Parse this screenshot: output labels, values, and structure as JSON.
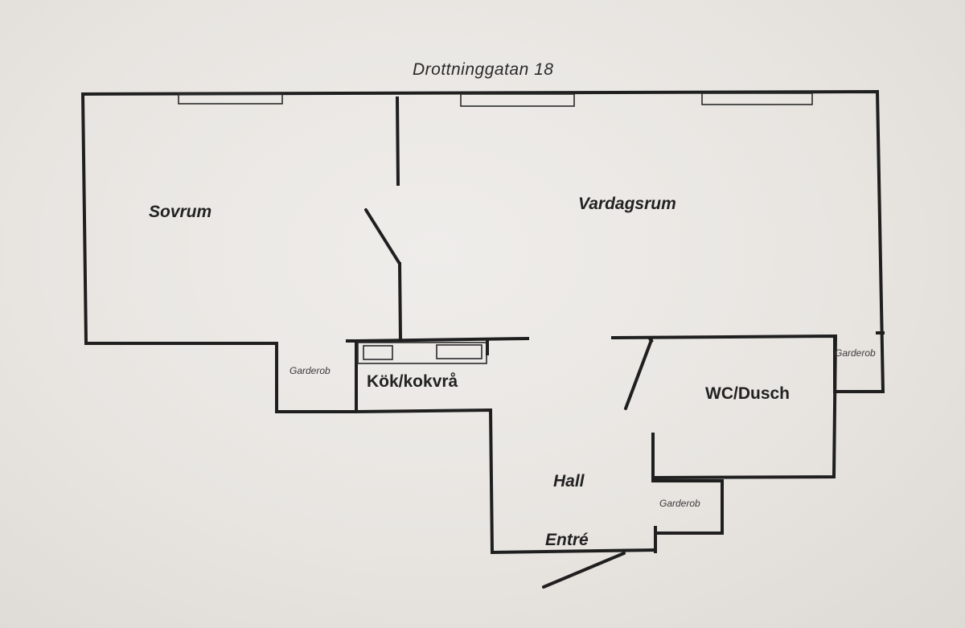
{
  "plan": {
    "address": "Drottninggatan 18",
    "rooms": {
      "sovrum": "Sovrum",
      "vardagsrum": "Vardagsrum",
      "kok": "Kök/kokvrå",
      "wc": "WC/Dusch",
      "hall": "Hall",
      "entre": "Entré"
    },
    "storage": {
      "garderob_left": "Garderob",
      "garderob_right": "Garderob",
      "garderob_hall": "Garderob"
    }
  }
}
